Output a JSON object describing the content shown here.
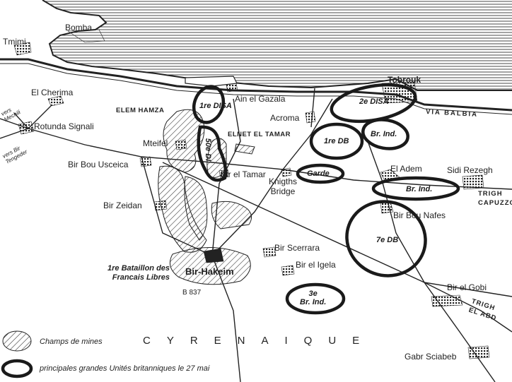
{
  "places": {
    "tmimi": "Tmimi",
    "bomba": "Bomba",
    "tobrouk": "Tobrouk",
    "el_cherima": "El Cherima",
    "ain_el_gazala": "Ain el Gazala",
    "elem_hamza": "ELEM HAMZA",
    "acroma": "Acroma",
    "via_balbia": "VIA BALBIA",
    "rotunda_signali": "Rotunda Signali",
    "vers_mechili": "vers Mechili",
    "vers_bir_tengeder": "vers Bir Tengeder",
    "elnet_el_tamar": "ELNET EL TAMAR",
    "mteifel": "Mteifel",
    "bir_bou_usceica": "Bir Bou Usceica",
    "bir_el_tamar": "Bir el Tamar",
    "knigths_bridge": "Knigths\nBridge",
    "el_adem": "El Adem",
    "sidi_rezegh": "Sidi Rezegh",
    "trigh_capuzzo": "TRIGH\nCAPUZZO",
    "bir_zeidan": "Bir Zeidan",
    "bir_bou_nafes": "Bir Bou Nafes",
    "bir_scerrara": "Bir Scerrara",
    "bir_el_igela": "Bir el Igela",
    "bir_hakeim": "Bir-Hakeim",
    "b837": "B 837",
    "bataillon": "1re Bataillon des\nFrancais Libres",
    "bir_el_gobi": "Bir el Gobi",
    "trigh_el_abd": "TRIGH\nEL ABD",
    "gabr_sciabeb": "Gabr Sciabeb",
    "cyrenaique": "CYRENAIQUE"
  },
  "units": {
    "disa1": "1re DISA",
    "disa2": "2e DISA",
    "di50": "50e DI",
    "db1": "1re DB",
    "brind_a": "Br. Ind.",
    "garde": "Garde",
    "brind_b": "Br. Ind.",
    "db7": "7e DB",
    "brind3": "3e\nBr. Ind."
  },
  "legend": {
    "minefields": "Champs de mines",
    "units": "principales grandes Unités britanniques le 27 mai"
  },
  "colors": {
    "ink": "#1a1a1a",
    "sea_lines": "#333333",
    "paper": "#ffffff"
  }
}
